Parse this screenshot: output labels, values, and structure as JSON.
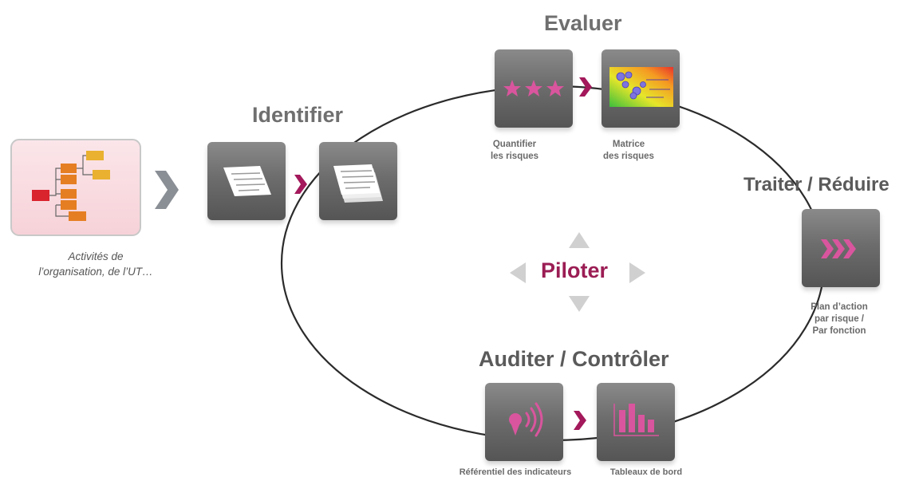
{
  "org": {
    "caption_line1": "Activités de",
    "caption_line2": "l’organisation, de l’UT…"
  },
  "stages": {
    "identifier": {
      "title": "Identifier"
    },
    "evaluer": {
      "title": "Evaluer",
      "caption_quantifier_1": "Quantifier",
      "caption_quantifier_2": "les risques",
      "caption_matrice_1": "Matrice",
      "caption_matrice_2": "des risques"
    },
    "traiter": {
      "title": "Traiter / Réduire",
      "caption_1": "Plan d’action",
      "caption_2": "par risque /",
      "caption_3": "Par fonction"
    },
    "auditer": {
      "title": "Auditer / Contrôler",
      "caption_referentiel": "Référentiel des indicateurs",
      "caption_tableaux": "Tableaux de bord"
    }
  },
  "center": {
    "label": "Piloter"
  },
  "colors": {
    "accent": "#9b1d54",
    "tile": "#6d6d6d",
    "title_text": "#6f6f6f",
    "cycle_line": "#2b2b2b"
  },
  "icons": {
    "org": "org-chart-icon",
    "identifier_1": "document-icon",
    "identifier_2": "document-stack-icon",
    "evaluer_1": "three-stars-icon",
    "evaluer_2": "risk-matrix-icon",
    "traiter": "triple-chevron-icon",
    "auditer_1": "signal-pin-icon",
    "auditer_2": "bar-chart-icon"
  }
}
